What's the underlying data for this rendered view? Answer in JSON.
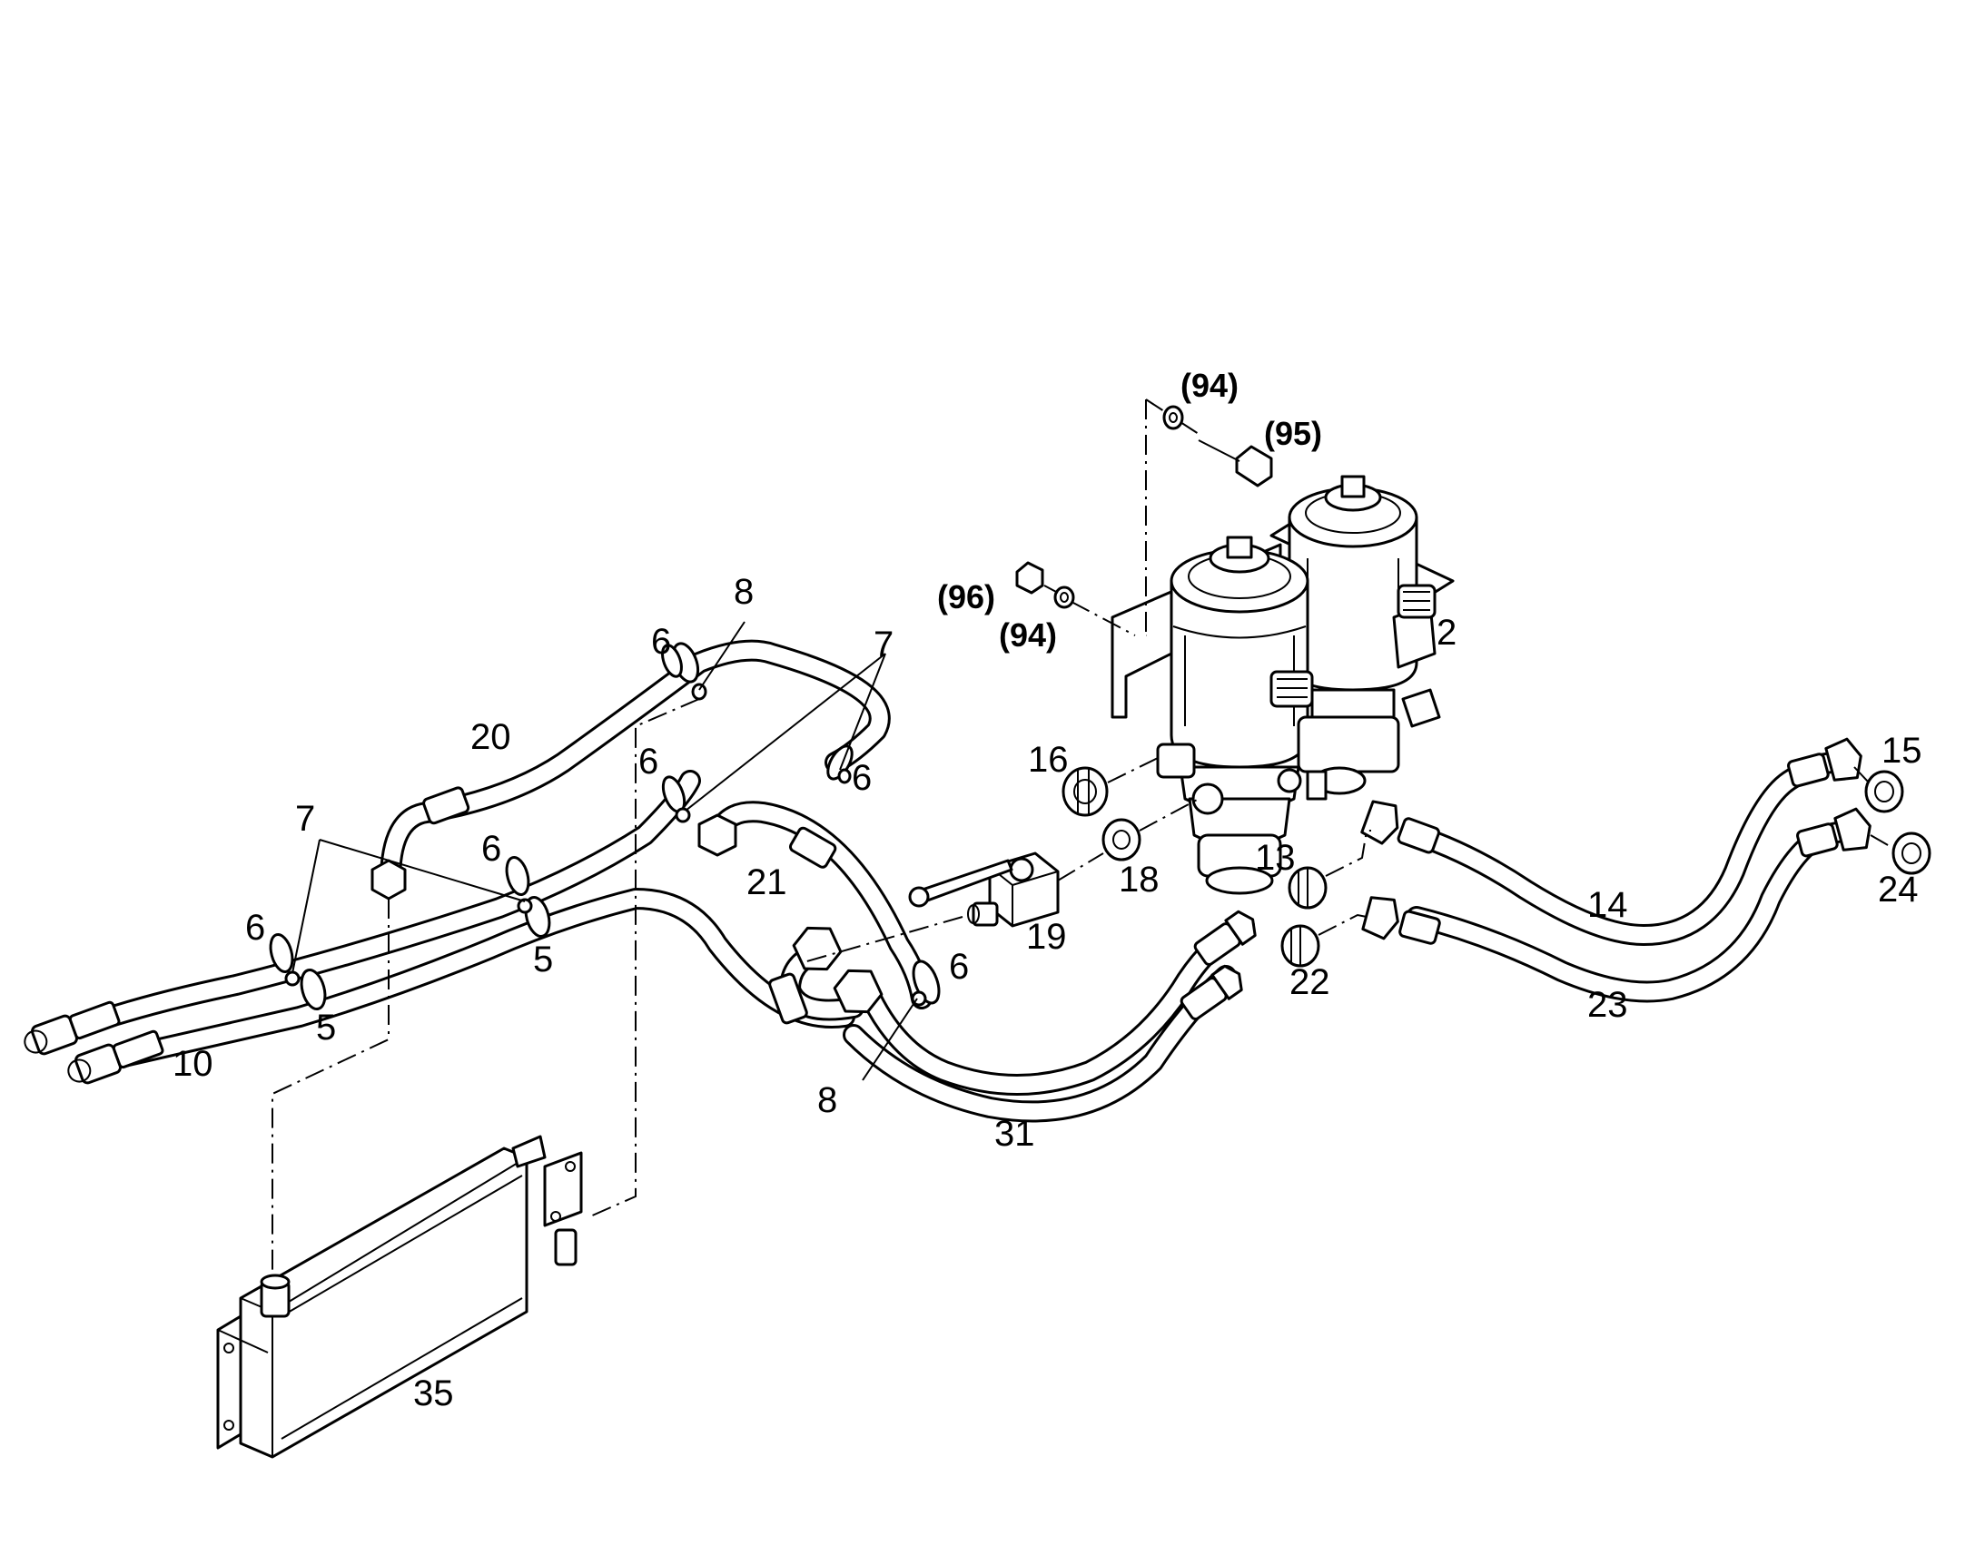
{
  "callouts": {
    "c2": "2",
    "c5a": "5",
    "c5b": "5",
    "c6a": "6",
    "c6b": "6",
    "c6c": "6",
    "c6d": "6",
    "c6e": "6",
    "c6f": "6",
    "c7a": "7",
    "c7b": "7",
    "c8a": "8",
    "c8b": "8",
    "c10": "10",
    "c13": "13",
    "c14": "14",
    "c15": "15",
    "c16": "16",
    "c18": "18",
    "c19": "19",
    "c20": "20",
    "c21": "21",
    "c22": "22",
    "c23": "23",
    "c24": "24",
    "c31": "31",
    "c35": "35",
    "c94a": "(94)",
    "c94b": "(94)",
    "c95": "(95)",
    "c96": "(96)"
  }
}
